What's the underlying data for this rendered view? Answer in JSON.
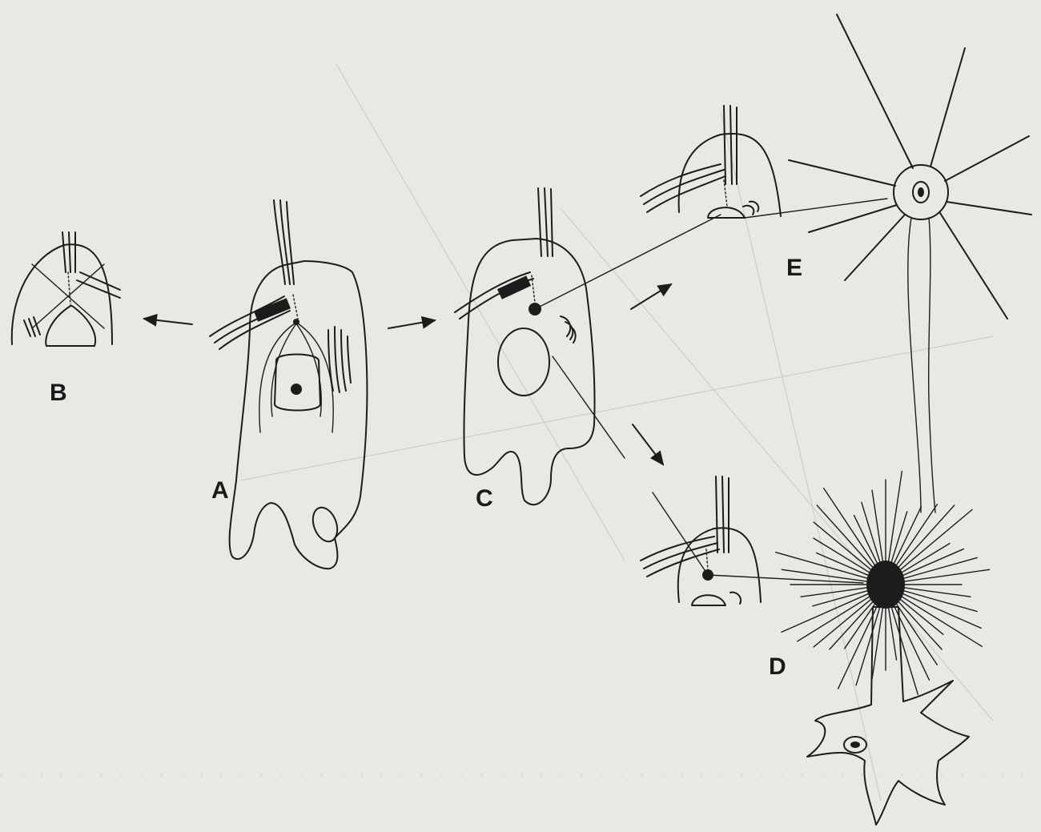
{
  "figure": {
    "background": "#e9e8e3",
    "ink": "#1c1c1c",
    "panels": {
      "A": "A",
      "B": "B",
      "C": "C",
      "D": "D",
      "E": "E"
    }
  }
}
